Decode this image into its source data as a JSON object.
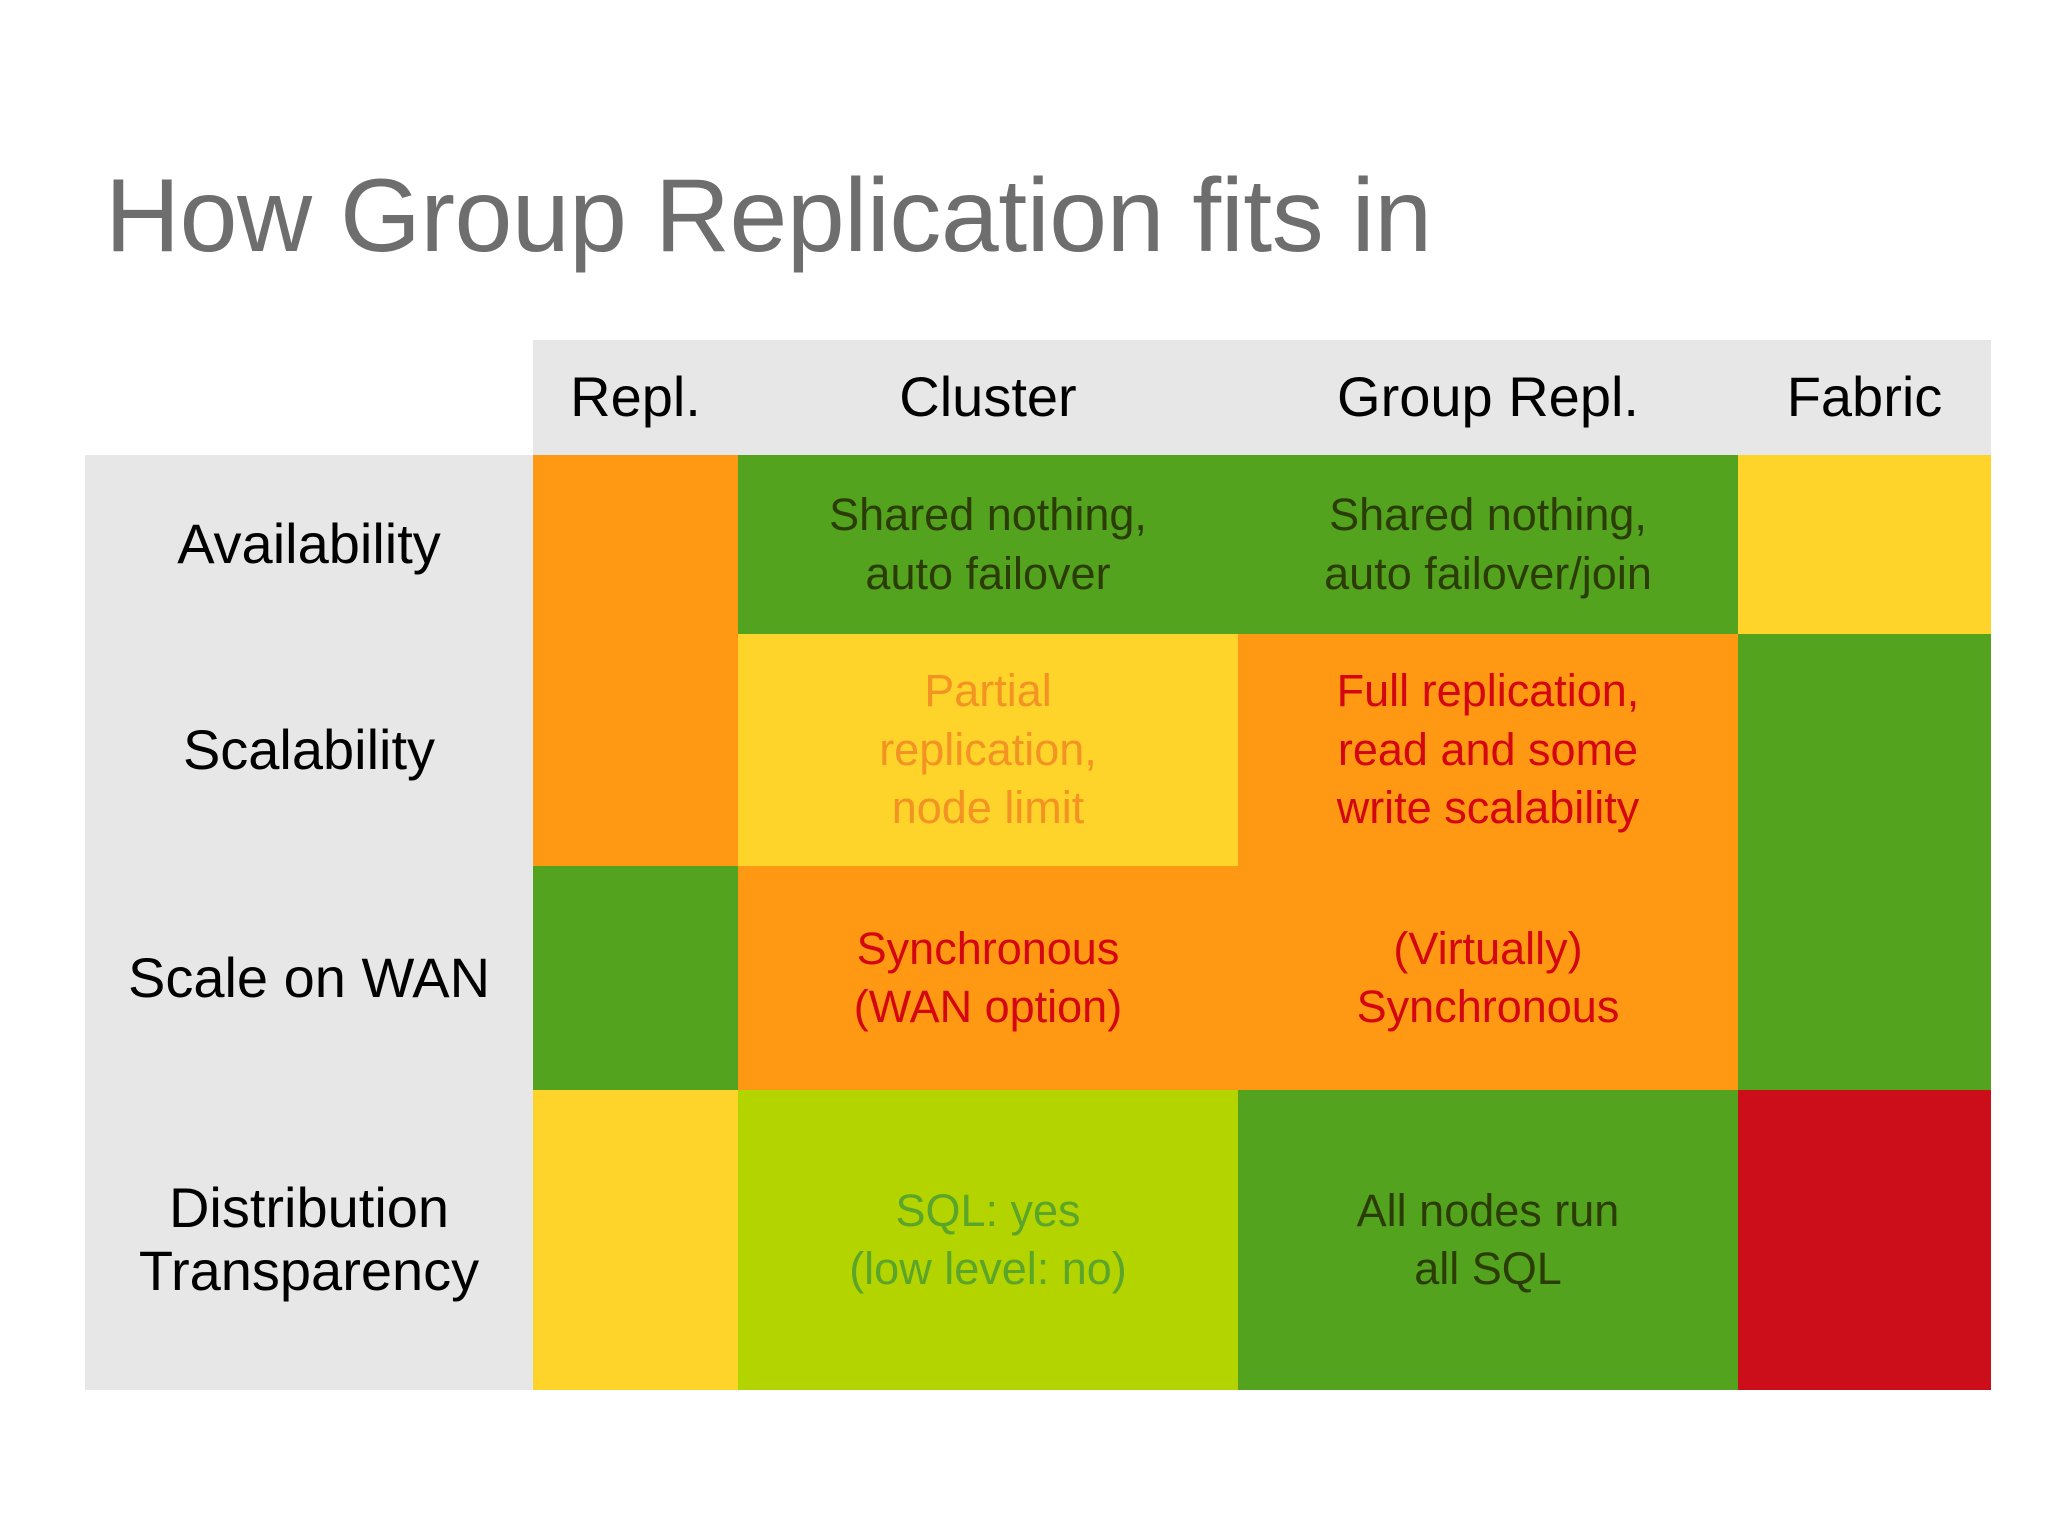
{
  "slide": {
    "title": "How Group Replication fits in",
    "title_color": "#6e6e6e",
    "background": "#ffffff"
  },
  "palette": {
    "orange": "#FF9913",
    "green": "#53A31F",
    "yellow": "#FFD42A",
    "chartreuse": "#B4D400",
    "red": "#CC0E1A",
    "header_gray": "#e7e7e7",
    "text_red": "#D30612",
    "text_orange": "#F39323",
    "text_green": "#5AA52A",
    "text_dark": "#2b3d05",
    "text_black": "#000000"
  },
  "table": {
    "corner_label": "",
    "columns": [
      {
        "label": "Repl."
      },
      {
        "label": "Cluster"
      },
      {
        "label": "Group Repl."
      },
      {
        "label": "Fabric"
      }
    ],
    "rows": [
      {
        "label": "Availability",
        "cells": [
          {
            "text": "",
            "fill": "orange",
            "text_color": ""
          },
          {
            "text": "Shared nothing,\nauto failover",
            "fill": "green",
            "text_color": "dark"
          },
          {
            "text": "Shared nothing,\nauto failover/join",
            "fill": "green",
            "text_color": "dark"
          },
          {
            "text": "",
            "fill": "yellow",
            "text_color": ""
          }
        ]
      },
      {
        "label": "Scalability",
        "cells": [
          {
            "text": "",
            "fill": "orange",
            "text_color": ""
          },
          {
            "text": "Partial\nreplication,\nnode limit",
            "fill": "yellow",
            "text_color": "orange"
          },
          {
            "text": "Full replication,\nread and some\nwrite scalability",
            "fill": "orange",
            "text_color": "red"
          },
          {
            "text": "",
            "fill": "green",
            "text_color": ""
          }
        ]
      },
      {
        "label": "Scale on WAN",
        "cells": [
          {
            "text": "",
            "fill": "green",
            "text_color": ""
          },
          {
            "text": "Synchronous\n(WAN option)",
            "fill": "orange",
            "text_color": "red"
          },
          {
            "text": "(Virtually)\nSynchronous",
            "fill": "orange",
            "text_color": "red"
          },
          {
            "text": "",
            "fill": "green",
            "text_color": ""
          }
        ]
      },
      {
        "label": "Distribution Transparency",
        "cells": [
          {
            "text": "",
            "fill": "yellow",
            "text_color": ""
          },
          {
            "text": "SQL: yes\n(low level: no)",
            "fill": "chartreuse",
            "text_color": "green"
          },
          {
            "text": "All nodes run\nall SQL",
            "fill": "green",
            "text_color": "dark"
          },
          {
            "text": "",
            "fill": "red",
            "text_color": ""
          }
        ]
      }
    ]
  }
}
